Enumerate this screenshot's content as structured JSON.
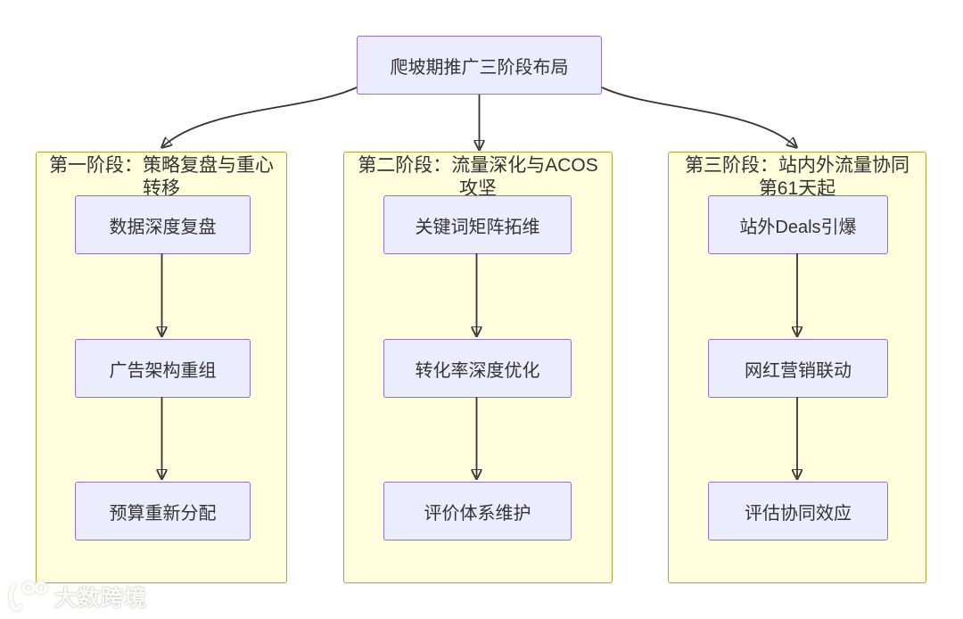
{
  "root": {
    "label": "爬坡期推广三阶段布局"
  },
  "phases": [
    {
      "title_line1": "第一阶段：策略复盘与重心",
      "title_line2": "转移",
      "steps": [
        "数据深度复盘",
        "广告架构重组",
        "预算重新分配"
      ]
    },
    {
      "title_line1": "第二阶段：流量深化与ACOS",
      "title_line2": "攻坚",
      "steps": [
        "关键词矩阵拓维",
        "转化率深度优化",
        "评价体系维护"
      ]
    },
    {
      "title_line1": "第三阶段：站内外流量协同",
      "title_line2": "第61天起",
      "steps": [
        "站外Deals引爆",
        "网红营销联动",
        "评估协同效应"
      ]
    }
  ],
  "watermark": {
    "brand": "大数跨境"
  },
  "colors": {
    "node_fill": "#ECECFF",
    "node_border": "#9370DB",
    "phase_fill": "#FFFFDE",
    "phase_border": "#AAAA33",
    "edge": "#333333",
    "text": "#333333"
  }
}
